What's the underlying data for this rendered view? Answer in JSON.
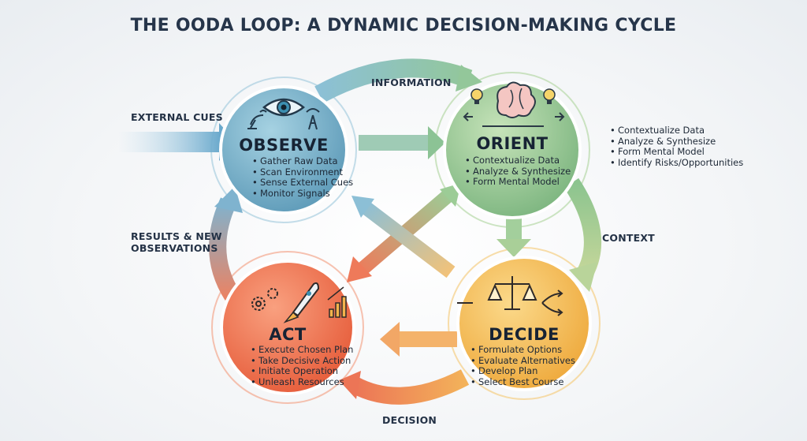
{
  "title": "THE OODA LOOP: A DYNAMIC DECISION-MAKING CYCLE",
  "nodes": {
    "observe": {
      "label": "OBSERVE",
      "items": [
        "Gather Raw Data",
        "Scan Environment",
        "Sense External Cues",
        "Monitor Signals"
      ],
      "icons": [
        "satellite-dish-icon",
        "eye-icon",
        "radio-tower-icon"
      ],
      "color": "#6fa9c4"
    },
    "orient": {
      "label": "ORIENT",
      "items": [
        "Contextualize Data",
        "Analyze & Synthesize",
        "Form Mental Model"
      ],
      "icons": [
        "lightbulb-icon",
        "brain-icon",
        "lightbulb-icon",
        "arrows-icon"
      ],
      "color": "#8ec48c"
    },
    "decide": {
      "label": "DECIDE",
      "items": [
        "Formulate Options",
        "Evaluate Alternatives",
        "Develop Plan",
        "Select Best Course"
      ],
      "icons": [
        "scales-icon",
        "branching-arrows-icon"
      ],
      "color": "#f2b64c"
    },
    "act": {
      "label": "ACT",
      "items": [
        "Execute Chosen Plan",
        "Take Decisive Action",
        "Initiate Operation",
        "Unleash Resources"
      ],
      "icons": [
        "gears-icon",
        "rocket-icon",
        "growth-chart-icon"
      ],
      "color": "#ef6f4e"
    }
  },
  "side_notes": [
    "Contextualize Data",
    "Analyze & Synthesize",
    "Form Mental Model",
    "Identify Risks/Opportunities"
  ],
  "edges": {
    "external_cues": "EXTERNAL CUES",
    "information": "INFORMATION",
    "context": "CONTEXT",
    "decision": "DECISION",
    "results_line1": "RESULTS & NEW",
    "results_line2": "OBSERVATIONS"
  }
}
